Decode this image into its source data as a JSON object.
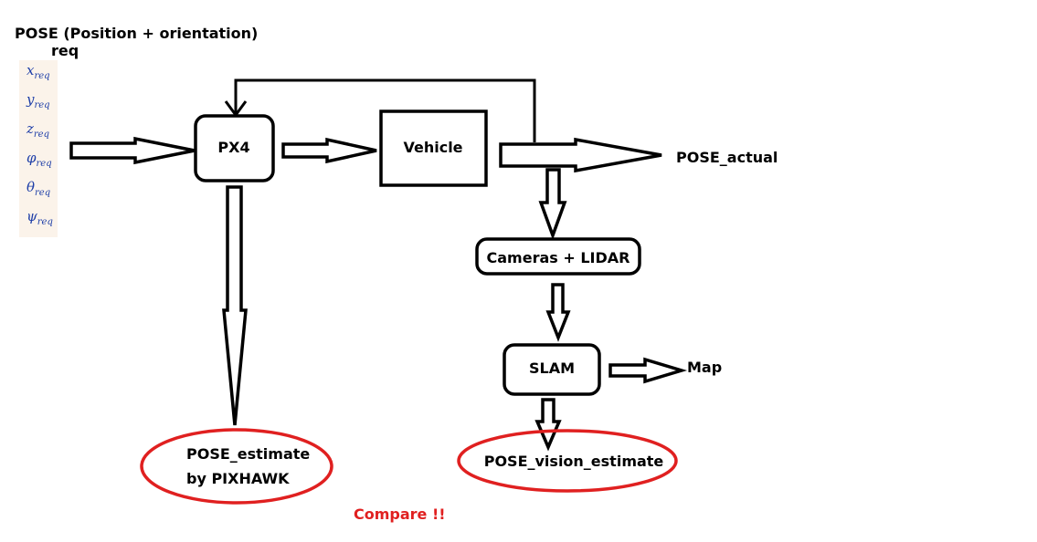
{
  "title": {
    "line1": "POSE (Position + orientation)",
    "line2": "req"
  },
  "pose_req_vars": [
    {
      "sym": "x",
      "sub": "req"
    },
    {
      "sym": "y",
      "sub": "req"
    },
    {
      "sym": "z",
      "sub": "req"
    },
    {
      "sym": "φ",
      "sub": "req"
    },
    {
      "sym": "θ",
      "sub": "req"
    },
    {
      "sym": "ψ",
      "sub": "req"
    }
  ],
  "nodes": {
    "px4": "PX4",
    "vehicle": "Vehicle",
    "sensors": "Cameras + LIDAR",
    "slam": "SLAM"
  },
  "outputs": {
    "pose_actual": "POSE_actual",
    "map": "Map",
    "pose_estimate_line1": "POSE_estimate",
    "pose_estimate_line2": "by PIXHAWK",
    "pose_vision_estimate": "POSE_vision_estimate",
    "compare": "Compare !!"
  },
  "colors": {
    "ellipse": "#e02020",
    "compare": "#e02020",
    "req_panel": "#fbf3ea",
    "math": "#1f3fa8"
  }
}
